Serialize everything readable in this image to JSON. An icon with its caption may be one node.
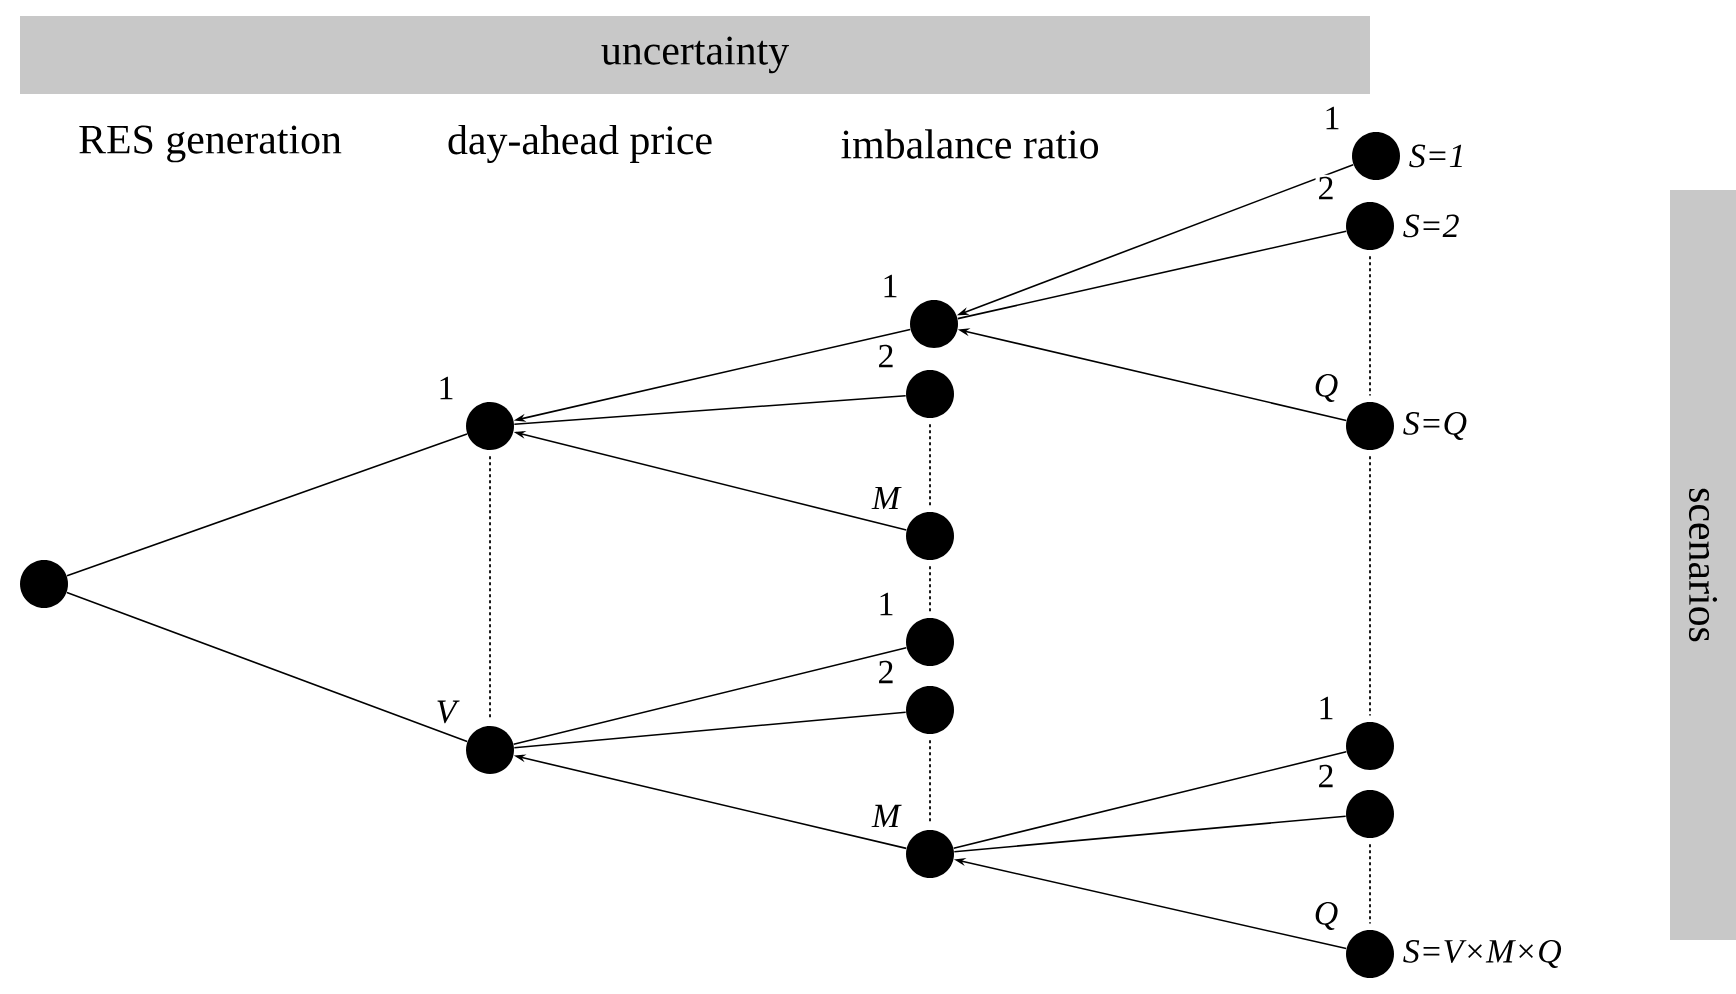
{
  "diagram": {
    "nodes": [
      {
        "text": [
          "uncertainty"
        ]
      },
      {
        "text": [
          "scenarios"
        ]
      },
      {
        "text": [],
        "shape": "circle"
      },
      {
        "text": [],
        "shape": "circle"
      },
      {
        "text": [],
        "shape": "circle"
      },
      {
        "text": [],
        "shape": "circle"
      },
      {
        "text": [],
        "shape": "circle"
      },
      {
        "text": [],
        "shape": "circle"
      },
      {
        "text": [],
        "shape": "circle"
      },
      {
        "text": [],
        "shape": "circle"
      },
      {
        "text": [],
        "shape": "circle"
      },
      {
        "text": [],
        "shape": "circle",
        "beside": [
          "S=1"
        ]
      },
      {
        "text": [],
        "shape": "circle",
        "beside": [
          "S=2"
        ]
      },
      {
        "text": [],
        "shape": "circle",
        "beside": [
          "S=Q"
        ]
      },
      {
        "text": [],
        "shape": "circle"
      },
      {
        "text": [],
        "shape": "circle"
      },
      {
        "text": [],
        "shape": "circle",
        "beside": [
          "S=V×M×Q"
        ]
      }
    ],
    "edges": [
      {
        "from": 2,
        "to": 3,
        "arrow": "none",
        "label": "1"
      },
      {
        "from": 2,
        "to": 4,
        "arrow": "none",
        "label": "V"
      },
      {
        "from": 5,
        "to": 3,
        "arrow": "to",
        "label": "1"
      },
      {
        "from": 6,
        "to": 3,
        "arrow": "none",
        "label": "2"
      },
      {
        "from": 7,
        "to": 3,
        "arrow": "to",
        "label": "M"
      },
      {
        "from": 8,
        "to": 4,
        "arrow": "none",
        "label": "1"
      },
      {
        "from": 9,
        "to": 4,
        "arrow": "none",
        "label": "2"
      },
      {
        "from": 10,
        "to": 4,
        "arrow": "to",
        "label": "M"
      },
      {
        "from": 11,
        "to": 5,
        "arrow": "to",
        "label": "1"
      },
      {
        "from": 12,
        "to": 5,
        "arrow": "none",
        "label": "2"
      },
      {
        "from": 13,
        "to": 5,
        "arrow": "to",
        "label": "Q"
      },
      {
        "from": 14,
        "to": 10,
        "arrow": "none",
        "label": "1"
      },
      {
        "from": 15,
        "to": 10,
        "arrow": "none",
        "label": "2"
      },
      {
        "from": 16,
        "to": 10,
        "arrow": "to",
        "label": "Q"
      },
      {
        "from": 3,
        "to": 4,
        "arrow": "none",
        "style": "dashed"
      },
      {
        "from": 6,
        "to": 7,
        "arrow": "none",
        "style": "dashed"
      },
      {
        "from": 7,
        "to": 8,
        "arrow": "none",
        "style": "dashed"
      },
      {
        "from": 9,
        "to": 10,
        "arrow": "none",
        "style": "dashed"
      },
      {
        "from": 12,
        "to": 13,
        "arrow": "none",
        "style": "dashed"
      },
      {
        "from": 13,
        "to": 14,
        "arrow": "none",
        "style": "dashed"
      },
      {
        "from": 15,
        "to": 16,
        "arrow": "none",
        "style": "dashed"
      }
    ],
    "labels": [
      "RES generation",
      "day-ahead price",
      "imbalance ratio"
    ]
  }
}
